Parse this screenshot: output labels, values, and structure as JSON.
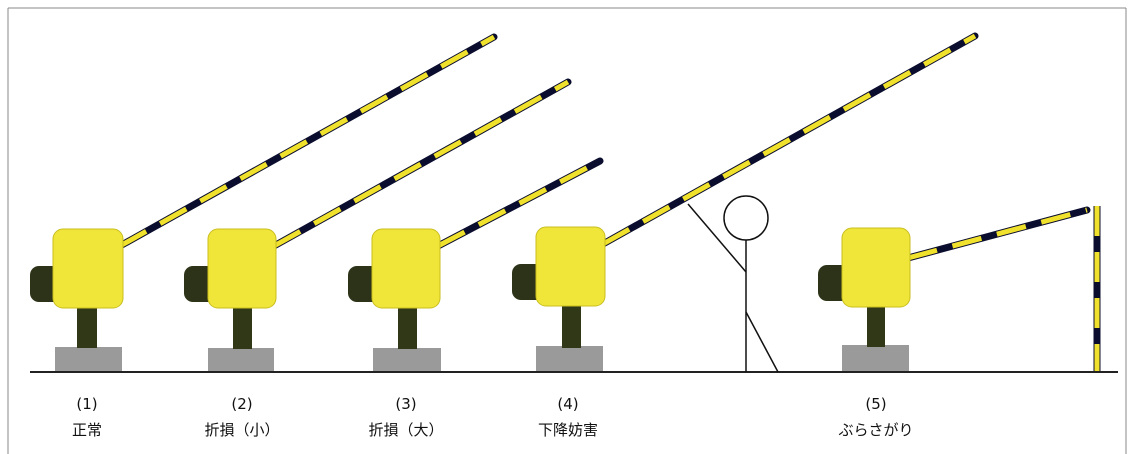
{
  "colors": {
    "housing": "#F0E63A",
    "housing_edge": "#C9BE1E",
    "post": "#303818",
    "lamp": "#2C3318",
    "base": "#9A9A9A",
    "bar_dark": "#0B0D2E",
    "bar_light": "#F0E22C",
    "ground": "#222222",
    "frame": "#888888"
  },
  "scenarios": [
    {
      "number": "(1)",
      "name": "正常"
    },
    {
      "number": "(2)",
      "name": "折損（小）"
    },
    {
      "number": "(3)",
      "name": "折損（大）"
    },
    {
      "number": "(4)",
      "name": "下降妨害"
    },
    {
      "number": "(5)",
      "name": "ぶらさがり"
    }
  ]
}
